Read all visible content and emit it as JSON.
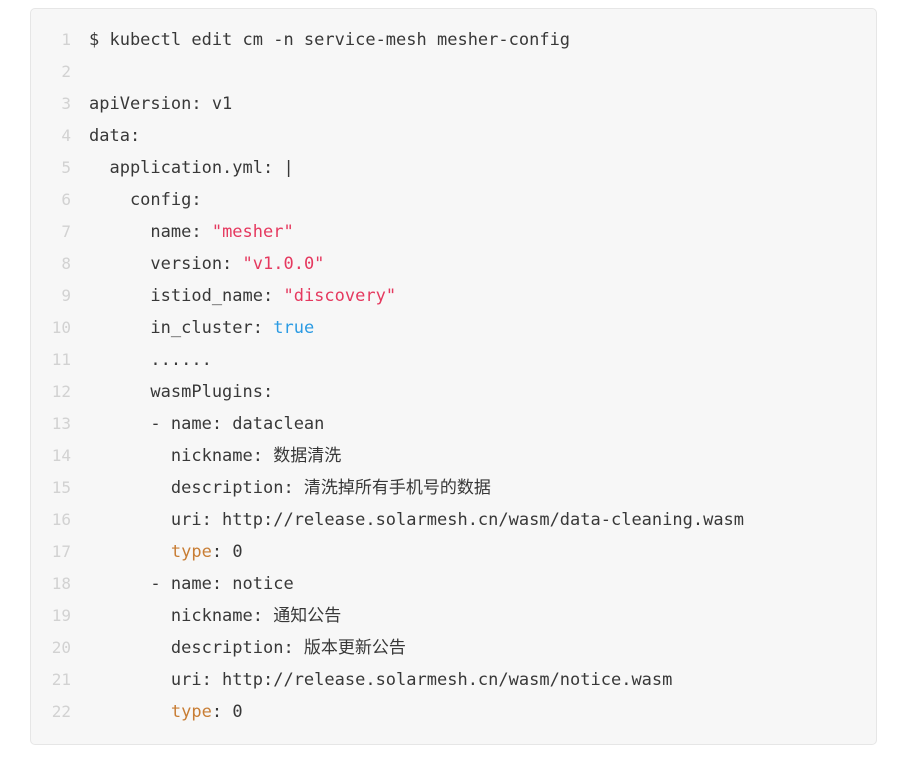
{
  "page": {
    "background": "#ffffff"
  },
  "code_block": {
    "background": "#f7f7f7",
    "border_color": "#e6e6e6",
    "text_color": "#383838",
    "line_number_color": "#d2d2d2",
    "token_colors": {
      "plain": "#383838",
      "string": "#e5395f",
      "boolean": "#2b9be3",
      "keyword": "#c87d34"
    },
    "lines": [
      {
        "num": "1",
        "tokens": [
          {
            "type": "plain",
            "text": "$ kubectl edit cm -n service-mesh mesher-config"
          }
        ]
      },
      {
        "num": "2",
        "tokens": []
      },
      {
        "num": "3",
        "tokens": [
          {
            "type": "plain",
            "text": "apiVersion: v1"
          }
        ]
      },
      {
        "num": "4",
        "tokens": [
          {
            "type": "plain",
            "text": "data:"
          }
        ]
      },
      {
        "num": "5",
        "tokens": [
          {
            "type": "plain",
            "text": "  application.yml: |"
          }
        ]
      },
      {
        "num": "6",
        "tokens": [
          {
            "type": "plain",
            "text": "    config:"
          }
        ]
      },
      {
        "num": "7",
        "tokens": [
          {
            "type": "plain",
            "text": "      name: "
          },
          {
            "type": "string",
            "text": "\"mesher\""
          }
        ]
      },
      {
        "num": "8",
        "tokens": [
          {
            "type": "plain",
            "text": "      version: "
          },
          {
            "type": "string",
            "text": "\"v1.0.0\""
          }
        ]
      },
      {
        "num": "9",
        "tokens": [
          {
            "type": "plain",
            "text": "      istiod_name: "
          },
          {
            "type": "string",
            "text": "\"discovery\""
          }
        ]
      },
      {
        "num": "10",
        "tokens": [
          {
            "type": "plain",
            "text": "      in_cluster: "
          },
          {
            "type": "boolean",
            "text": "true"
          }
        ]
      },
      {
        "num": "11",
        "tokens": [
          {
            "type": "plain",
            "text": "      ......"
          }
        ]
      },
      {
        "num": "12",
        "tokens": [
          {
            "type": "plain",
            "text": "      wasmPlugins:"
          }
        ]
      },
      {
        "num": "13",
        "tokens": [
          {
            "type": "plain",
            "text": "      - name: dataclean"
          }
        ]
      },
      {
        "num": "14",
        "tokens": [
          {
            "type": "plain",
            "text": "        nickname: 数据清洗"
          }
        ]
      },
      {
        "num": "15",
        "tokens": [
          {
            "type": "plain",
            "text": "        description: 清洗掉所有手机号的数据"
          }
        ]
      },
      {
        "num": "16",
        "tokens": [
          {
            "type": "plain",
            "text": "        uri: http://release.solarmesh.cn/wasm/data-cleaning.wasm"
          }
        ]
      },
      {
        "num": "17",
        "tokens": [
          {
            "type": "plain",
            "text": "        "
          },
          {
            "type": "keyword",
            "text": "type"
          },
          {
            "type": "plain",
            "text": ": 0"
          }
        ]
      },
      {
        "num": "18",
        "tokens": [
          {
            "type": "plain",
            "text": "      - name: notice"
          }
        ]
      },
      {
        "num": "19",
        "tokens": [
          {
            "type": "plain",
            "text": "        nickname: 通知公告"
          }
        ]
      },
      {
        "num": "20",
        "tokens": [
          {
            "type": "plain",
            "text": "        description: 版本更新公告"
          }
        ]
      },
      {
        "num": "21",
        "tokens": [
          {
            "type": "plain",
            "text": "        uri: http://release.solarmesh.cn/wasm/notice.wasm"
          }
        ]
      },
      {
        "num": "22",
        "tokens": [
          {
            "type": "plain",
            "text": "        "
          },
          {
            "type": "keyword",
            "text": "type"
          },
          {
            "type": "plain",
            "text": ": 0"
          }
        ]
      }
    ]
  }
}
